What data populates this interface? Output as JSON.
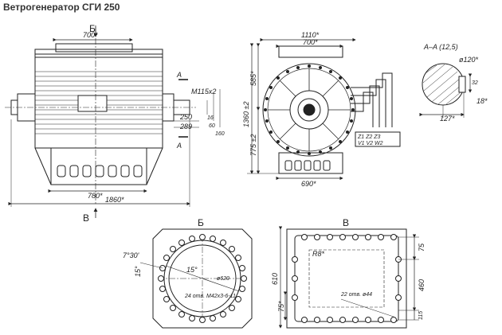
{
  "page": {
    "title": "Ветрогенератор СГИ 250"
  },
  "views": {
    "front": {
      "label_b": "Б",
      "label_v": "В",
      "label_a_top": "A",
      "label_a_bot": "A",
      "dim_700": "700*",
      "dim_780": "780*",
      "dim_1860": "1860*",
      "dim_m115": "M115x2",
      "dim_250": "250",
      "dim_289": "289",
      "dim_16": "16",
      "dim_60": "60",
      "dim_160": "160"
    },
    "side": {
      "dim_1110": "1110*",
      "dim_700": "700*",
      "dim_690": "690*",
      "dim_1360": "1360 ±2",
      "dim_585": "585*",
      "dim_775": "775 ±2",
      "terminal_1": "Z1 Z2 Z3",
      "terminal_2": "V1 V2 W2"
    },
    "section": {
      "title": "A–A (12,5)",
      "dim_diam": "ø120*",
      "dim_32": "32",
      "dim_127": "127*",
      "dim_18": "18*"
    },
    "view_b": {
      "label": "Б",
      "angle_1": "7°30'",
      "angle_2": "15°",
      "angle_3": "15°",
      "dim_diam": "ø620",
      "holes": "24 отв. M42x3-6-11"
    },
    "view_v": {
      "label": "В",
      "radius": "R8*",
      "dim_75_top": "75",
      "dim_460": "460",
      "dim_115": "115",
      "dim_610": "610",
      "dim_75_left": "75*",
      "holes": "22 отв. ø44"
    }
  }
}
